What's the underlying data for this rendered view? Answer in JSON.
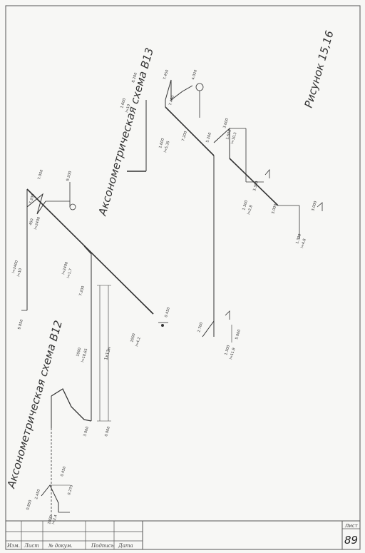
{
  "titles": {
    "b12": "Аксонометрическая схема В12",
    "b13": "Аксонометрическая схема В13",
    "figure": "Рисунок 15,16"
  },
  "stamp": {
    "columns": [
      "Изм.",
      "Лист",
      "№ докум.",
      "Подпись",
      "Дата"
    ],
    "sheet_label": "Лист",
    "page_number": "89"
  },
  "b12_labels": {
    "riser_left": "1000",
    "riser_left_sub": "l=2,4",
    "elev_2450": "2.450",
    "elev_0850": "0.850",
    "elev_0450": "0.450",
    "elev_0270": "0.270",
    "elev_3000": "3.000",
    "elev_0000_b": "0.000",
    "dim_1x13": "1х13н",
    "l_1000": "1000",
    "l_1865": "l=18,65",
    "l_1000_b": "1000",
    "l_42": "l=4,2",
    "elev_0450_b": "0.450",
    "l_2400": "l=2400",
    "l_17": "l=1,7",
    "elev_7200": "7.200",
    "l_2400_b": "l=2400",
    "l_10": "l=10",
    "elev_9850": "9.850",
    "l_450": "450",
    "l_2400_c": "l=2400",
    "elev_7200_b": "7.200",
    "elev_9200": "9.200",
    "elev_7050": "7.050"
  },
  "b13_labels": {
    "l_1600": "1.600",
    "l_10": "l=10",
    "elev_8200": "8.200",
    "elev_7450": "7.450",
    "elev_7450_b": "7.450",
    "elev_4020": "4.020",
    "l_1600_b": "1.600",
    "l_535": "l=5,35",
    "elev_7200": "7.200",
    "elev_5200": "5.200",
    "l_1600_c": "1.600",
    "l_103": "l=10,3",
    "elev_3000": "3.000",
    "l_1300": "1.300",
    "l_28": "l=2,8",
    "elev_3300": "3.300",
    "elev_3000_b": "3.000",
    "l_1300_b": "1.300",
    "l_48": "l=4,8",
    "elev_3000_c": "3.000",
    "l_1300_c": "1.300",
    "l_119": "l=11,9",
    "elev_2700": "2.700",
    "elev_5000": "5.000"
  }
}
